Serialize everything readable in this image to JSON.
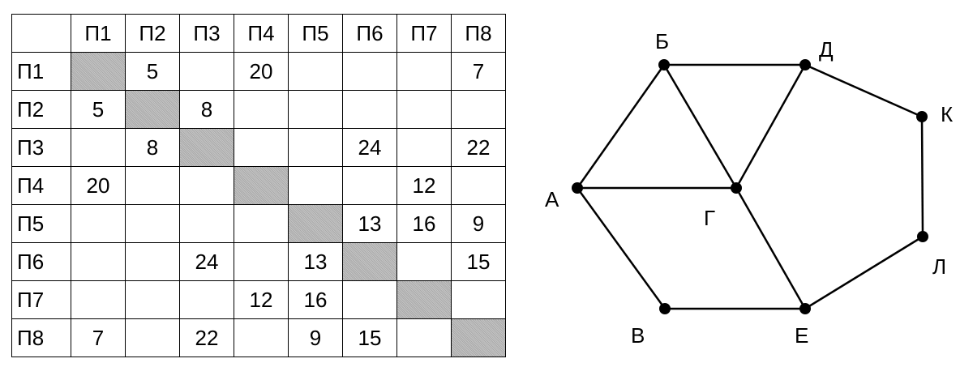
{
  "table": {
    "headers": [
      "",
      "П1",
      "П2",
      "П3",
      "П4",
      "П5",
      "П6",
      "П7",
      "П8"
    ],
    "rows": [
      {
        "label": "П1",
        "cells": [
          "",
          "5",
          "",
          "20",
          "",
          "",
          "",
          "7"
        ]
      },
      {
        "label": "П2",
        "cells": [
          "5",
          "",
          "8",
          "",
          "",
          "",
          "",
          ""
        ]
      },
      {
        "label": "П3",
        "cells": [
          "",
          "8",
          "",
          "",
          "",
          "24",
          "",
          "22"
        ]
      },
      {
        "label": "П4",
        "cells": [
          "20",
          "",
          "",
          "",
          "",
          "",
          "12",
          ""
        ]
      },
      {
        "label": "П5",
        "cells": [
          "",
          "",
          "",
          "",
          "",
          "13",
          "16",
          "9"
        ]
      },
      {
        "label": "П6",
        "cells": [
          "",
          "",
          "24",
          "",
          "13",
          "",
          "",
          "15"
        ]
      },
      {
        "label": "П7",
        "cells": [
          "",
          "",
          "",
          "12",
          "16",
          "",
          "",
          ""
        ]
      },
      {
        "label": "П8",
        "cells": [
          "7",
          "",
          "22",
          "",
          "9",
          "15",
          "",
          ""
        ]
      }
    ]
  },
  "graph": {
    "nodes": [
      {
        "id": "А",
        "label": "А"
      },
      {
        "id": "Б",
        "label": "Б"
      },
      {
        "id": "В",
        "label": "В"
      },
      {
        "id": "Г",
        "label": "Г"
      },
      {
        "id": "Д",
        "label": "Д"
      },
      {
        "id": "Е",
        "label": "Е"
      },
      {
        "id": "К",
        "label": "К"
      },
      {
        "id": "Л",
        "label": "Л"
      }
    ],
    "edges": [
      [
        "А",
        "Б"
      ],
      [
        "Б",
        "Д"
      ],
      [
        "Б",
        "Г"
      ],
      [
        "Д",
        "Г"
      ],
      [
        "Д",
        "К"
      ],
      [
        "К",
        "Л"
      ],
      [
        "Л",
        "Е"
      ],
      [
        "Е",
        "Г"
      ],
      [
        "Е",
        "В"
      ],
      [
        "В",
        "А"
      ],
      [
        "А",
        "Г"
      ]
    ]
  }
}
